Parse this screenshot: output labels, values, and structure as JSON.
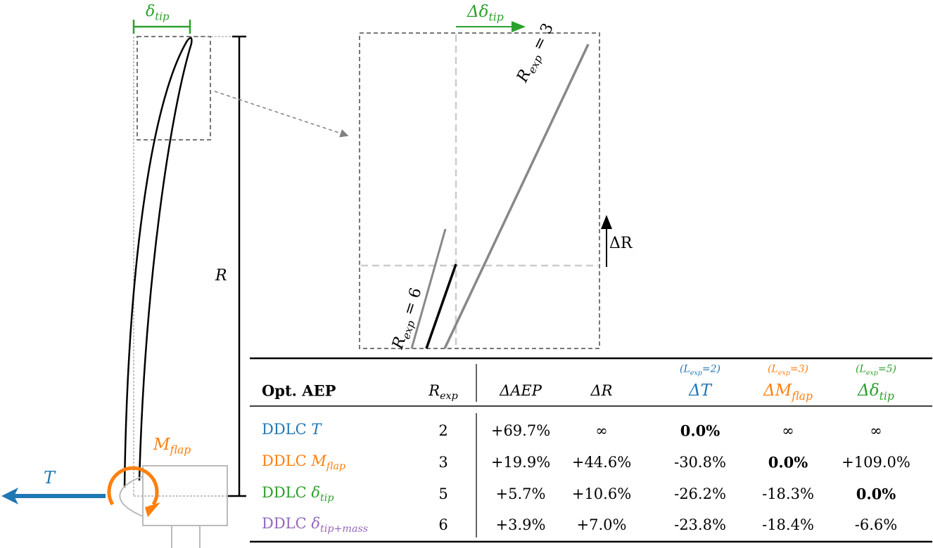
{
  "colors": {
    "T": "#1f77b4",
    "M": "#ff7f0e",
    "delta": "#2ca02c",
    "mass": "#9467bd",
    "grey": "#808080"
  },
  "diagram": {
    "delta_tip": {
      "sym": "δ",
      "sub": "tip"
    },
    "radius": "R",
    "thrust": "T",
    "m_flap": {
      "sym": "M",
      "sub": "flap"
    },
    "zoom_delta_tip": {
      "sym": "Δδ",
      "sub": "tip"
    },
    "zoom_delta_r": "ΔR",
    "r_exp3": {
      "sym": "R",
      "sub": "exp",
      "val": " = 3"
    },
    "r_exp6": {
      "sym": "R",
      "sub": "exp",
      "val": " = 6"
    }
  },
  "table": {
    "headers": {
      "opt": "Opt.  AEP",
      "rexp": {
        "sym": "R",
        "sub": "exp"
      },
      "daep": "ΔAEP",
      "dr": "ΔR",
      "dt": {
        "sym": "ΔT",
        "note": "(L",
        "note_sub": "exp",
        "note_val": "=2)"
      },
      "dm": {
        "sym": "ΔM",
        "sub": "flap",
        "note": "(L",
        "note_sub": "exp",
        "note_val": "=3)"
      },
      "dd": {
        "sym": "Δδ",
        "sub": "tip",
        "note": "(L",
        "note_sub": "exp",
        "note_val": "=5)"
      }
    },
    "rows": [
      {
        "name": "DDLC ",
        "sym": "T",
        "sub": "",
        "rexp": "2",
        "daep": "+69.7%",
        "dr": "∞",
        "dt": "0.0%",
        "dm": "∞",
        "dd": "∞"
      },
      {
        "name": "DDLC ",
        "sym": "M",
        "sub": "flap",
        "rexp": "3",
        "daep": "+19.9%",
        "dr": "+44.6%",
        "dt": "-30.8%",
        "dm": "0.0%",
        "dd": "+109.0%"
      },
      {
        "name": "DDLC ",
        "sym": "δ",
        "sub": "tip",
        "rexp": "5",
        "daep": "+5.7%",
        "dr": "+10.6%",
        "dt": "-26.2%",
        "dm": "-18.3%",
        "dd": "0.0%"
      },
      {
        "name": "DDLC ",
        "sym": "δ",
        "sub": "tip+mass",
        "rexp": "6",
        "daep": "+3.9%",
        "dr": "+7.0%",
        "dt": "-23.8%",
        "dm": "-18.4%",
        "dd": "-6.6%"
      }
    ]
  }
}
